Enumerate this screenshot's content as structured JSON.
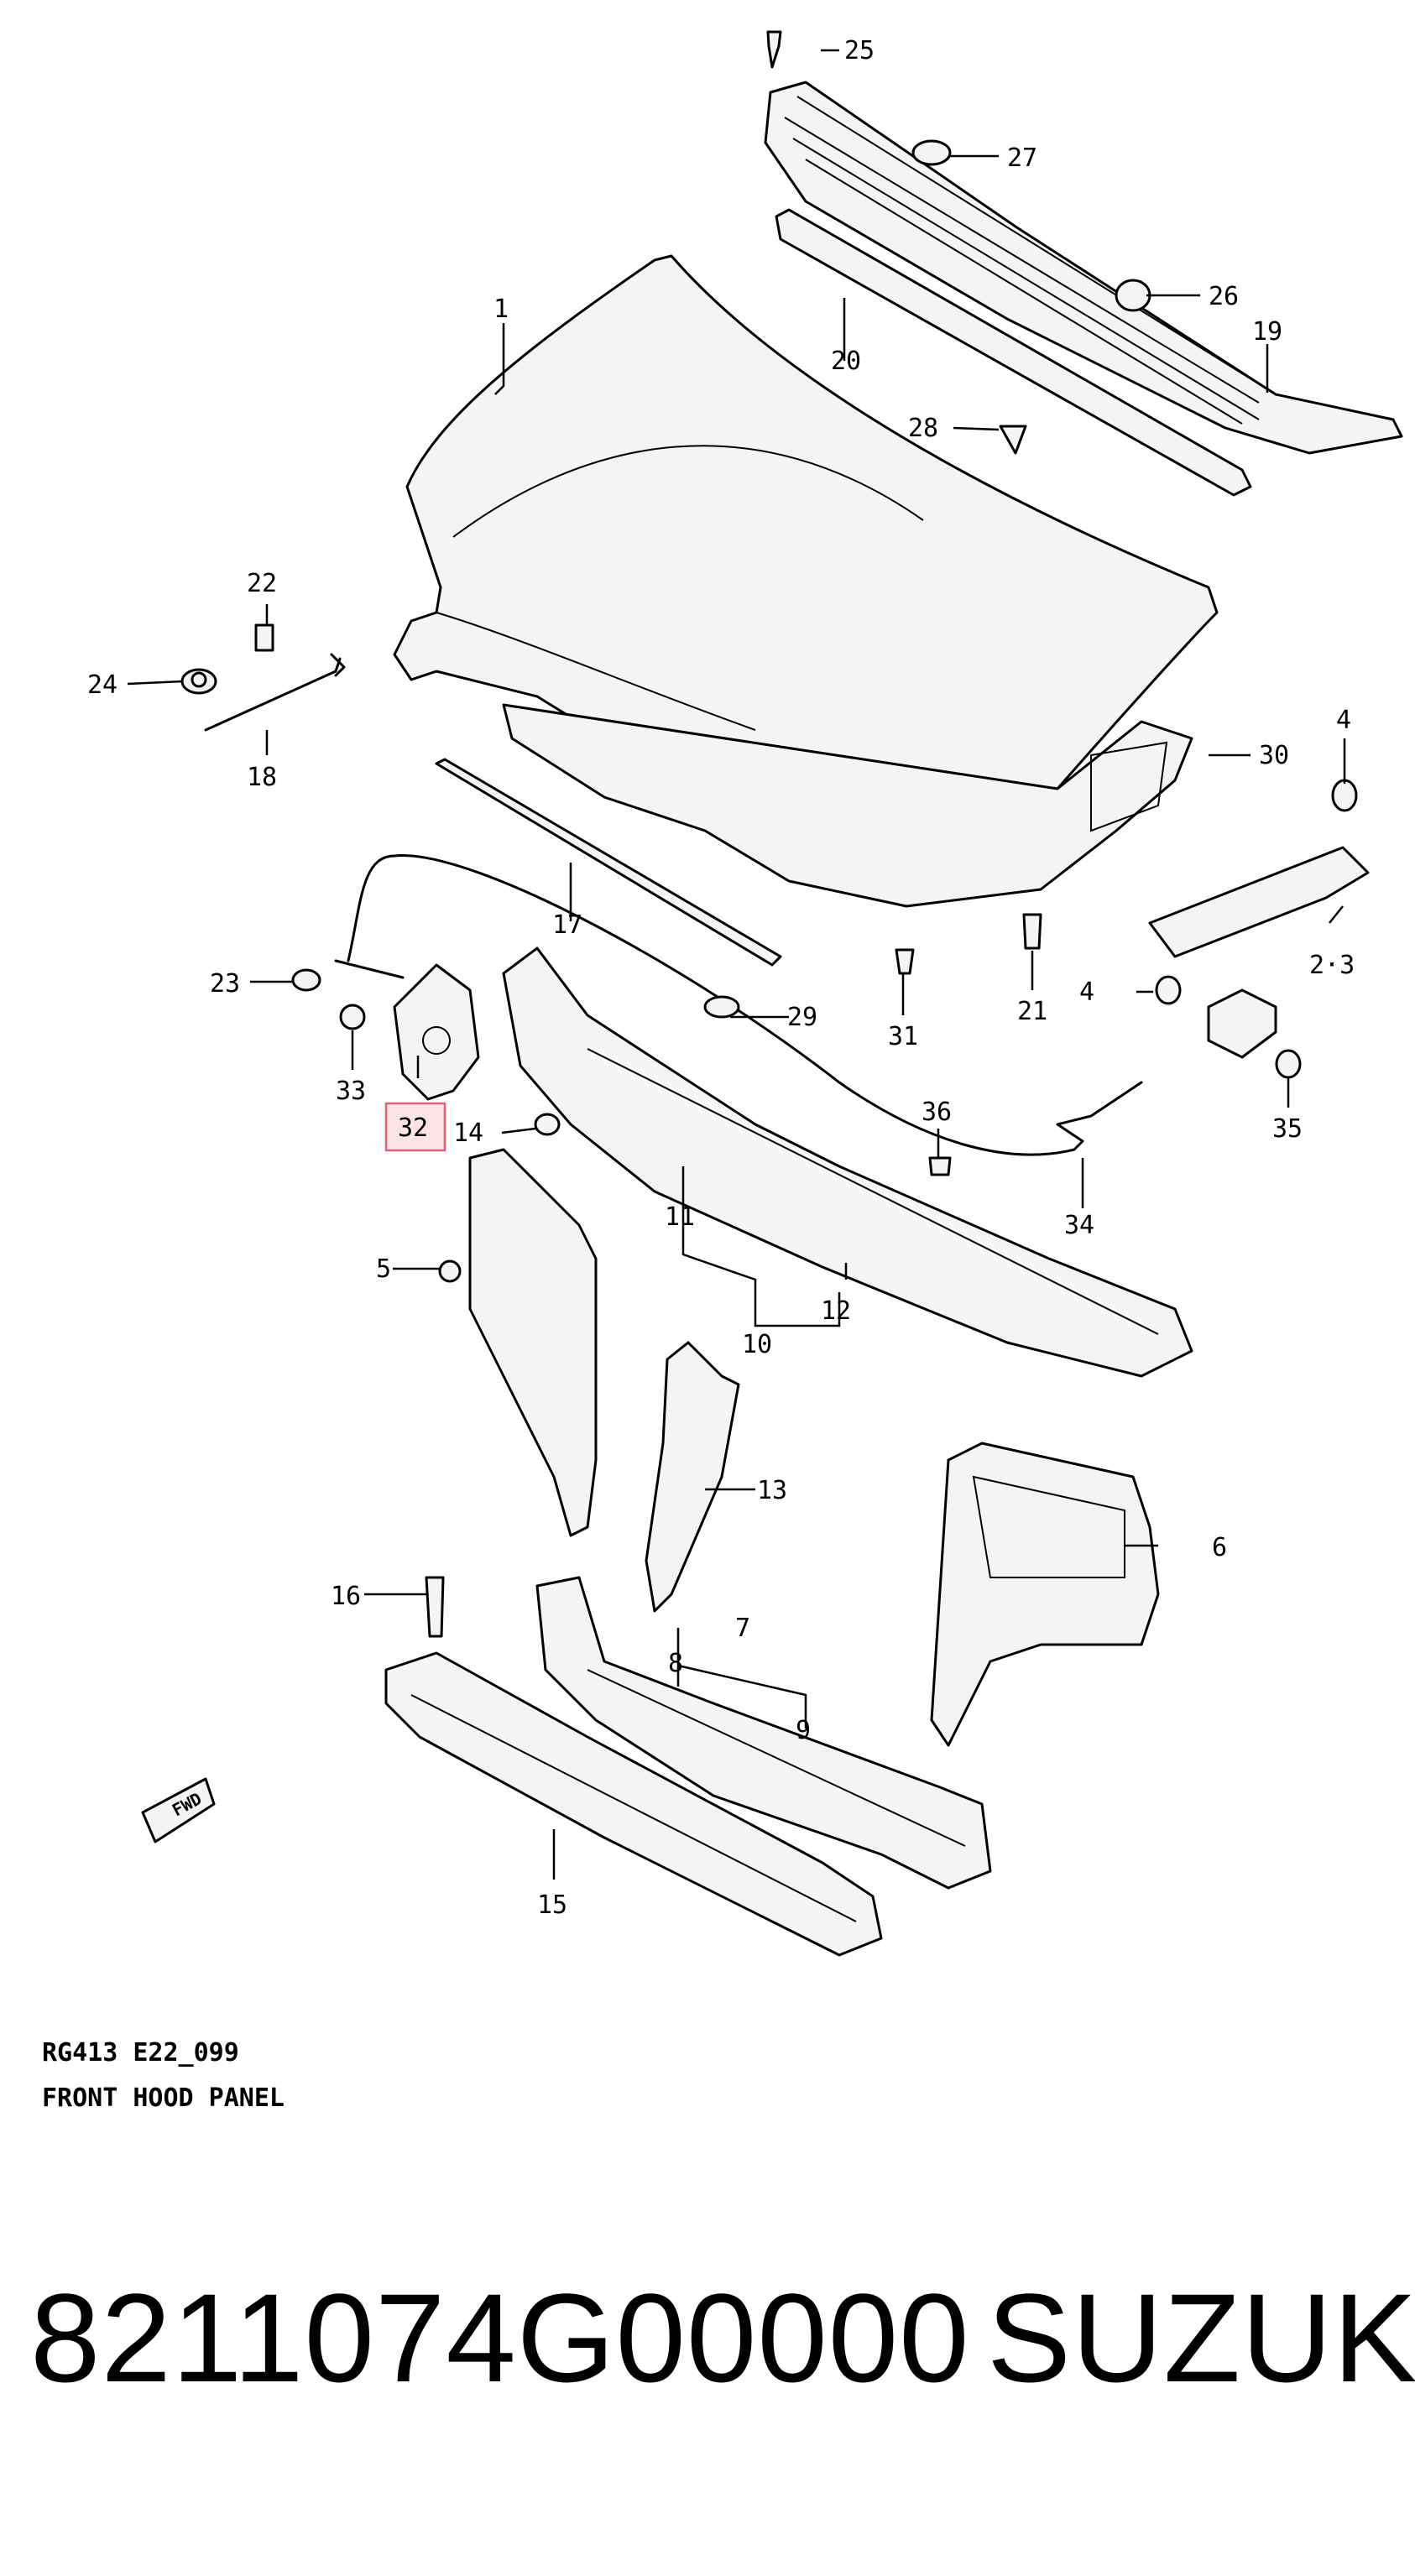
{
  "diagram": {
    "code_line": "RG413  E22_099",
    "caption": "FRONT HOOD PANEL",
    "fwd_label": "FWD",
    "highlighted_callout": "32",
    "callouts": {
      "c1": "1",
      "c2_3": "2·3",
      "c4a": "4",
      "c4b": "4",
      "c5": "5",
      "c6": "6",
      "c7": "7",
      "c8": "8",
      "c9": "9",
      "c10": "10",
      "c11": "11",
      "c12": "12",
      "c13": "13",
      "c14": "14",
      "c15": "15",
      "c16": "16",
      "c17": "17",
      "c18": "18",
      "c19": "19",
      "c20": "20",
      "c21": "21",
      "c22": "22",
      "c23": "23",
      "c24": "24",
      "c25": "25",
      "c26": "26",
      "c27": "27",
      "c28": "28",
      "c29": "29",
      "c30": "30",
      "c31": "31",
      "c32": "32",
      "c33": "33",
      "c34": "34",
      "c35": "35",
      "c36": "36"
    }
  },
  "footer": {
    "part_number": "8211074G00000",
    "brand": "SUZUKI"
  }
}
